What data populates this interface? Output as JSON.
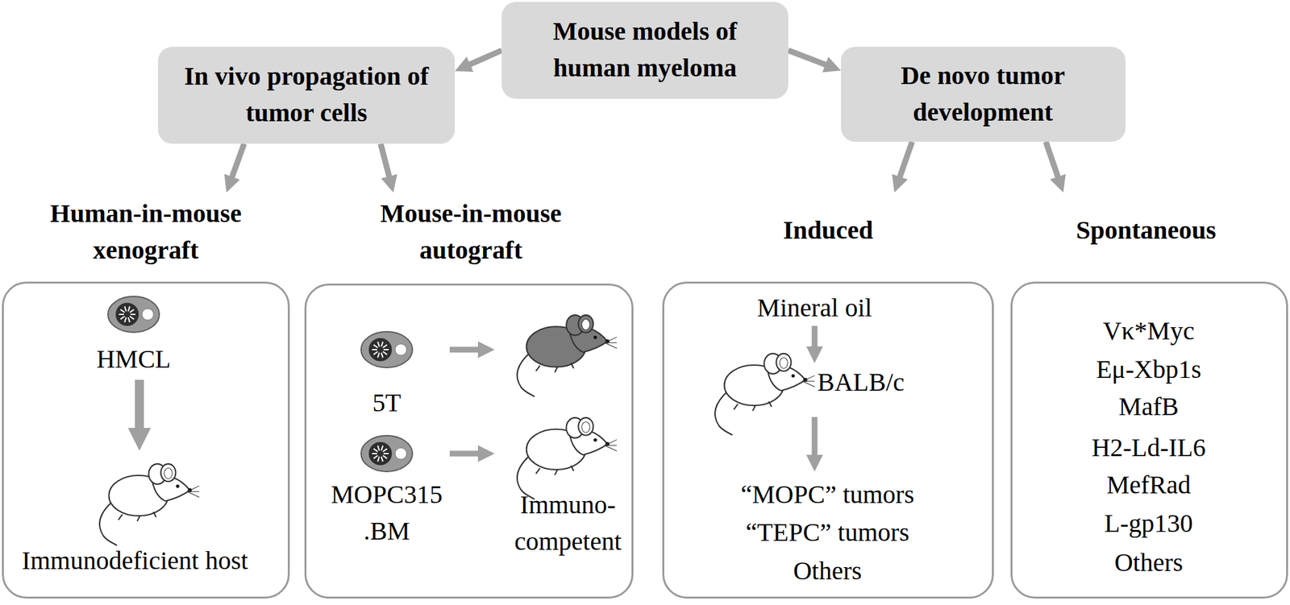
{
  "diagram": {
    "nodes": [
      {
        "text": [
          "Mouse models of human myeloma"
        ]
      },
      {
        "text": [
          "In vivo propagation of tumor cells"
        ]
      },
      {
        "text": [
          "De novo tumor development"
        ]
      },
      {
        "text": [
          "Human-in-mouse xenograft",
          "HMCL",
          "Immunodeficient host"
        ]
      },
      {
        "text": [
          "Mouse-in-mouse autograft",
          "5T",
          "MOPC315 .BM",
          "Immuno- competent"
        ]
      },
      {
        "text": [
          "Induced",
          "Mineral oil",
          "BALB/c",
          "“MOPC” tumors",
          "“TEPC” tumors",
          "Others"
        ]
      },
      {
        "text": [
          "Spontaneous",
          "Vκ*Myc",
          "Eμ-Xbp1s",
          "MafB",
          "H2-Ld-IL6",
          "MefRad",
          "L-gp130",
          "Others"
        ]
      }
    ],
    "edges": [
      {
        "from": 0,
        "to": 1,
        "arrow": "to"
      },
      {
        "from": 0,
        "to": 2,
        "arrow": "to"
      },
      {
        "from": 1,
        "to": 3,
        "arrow": "to"
      },
      {
        "from": 1,
        "to": 4,
        "arrow": "to"
      },
      {
        "from": 2,
        "to": 5,
        "arrow": "to"
      },
      {
        "from": 2,
        "to": 6,
        "arrow": "to"
      }
    ]
  }
}
